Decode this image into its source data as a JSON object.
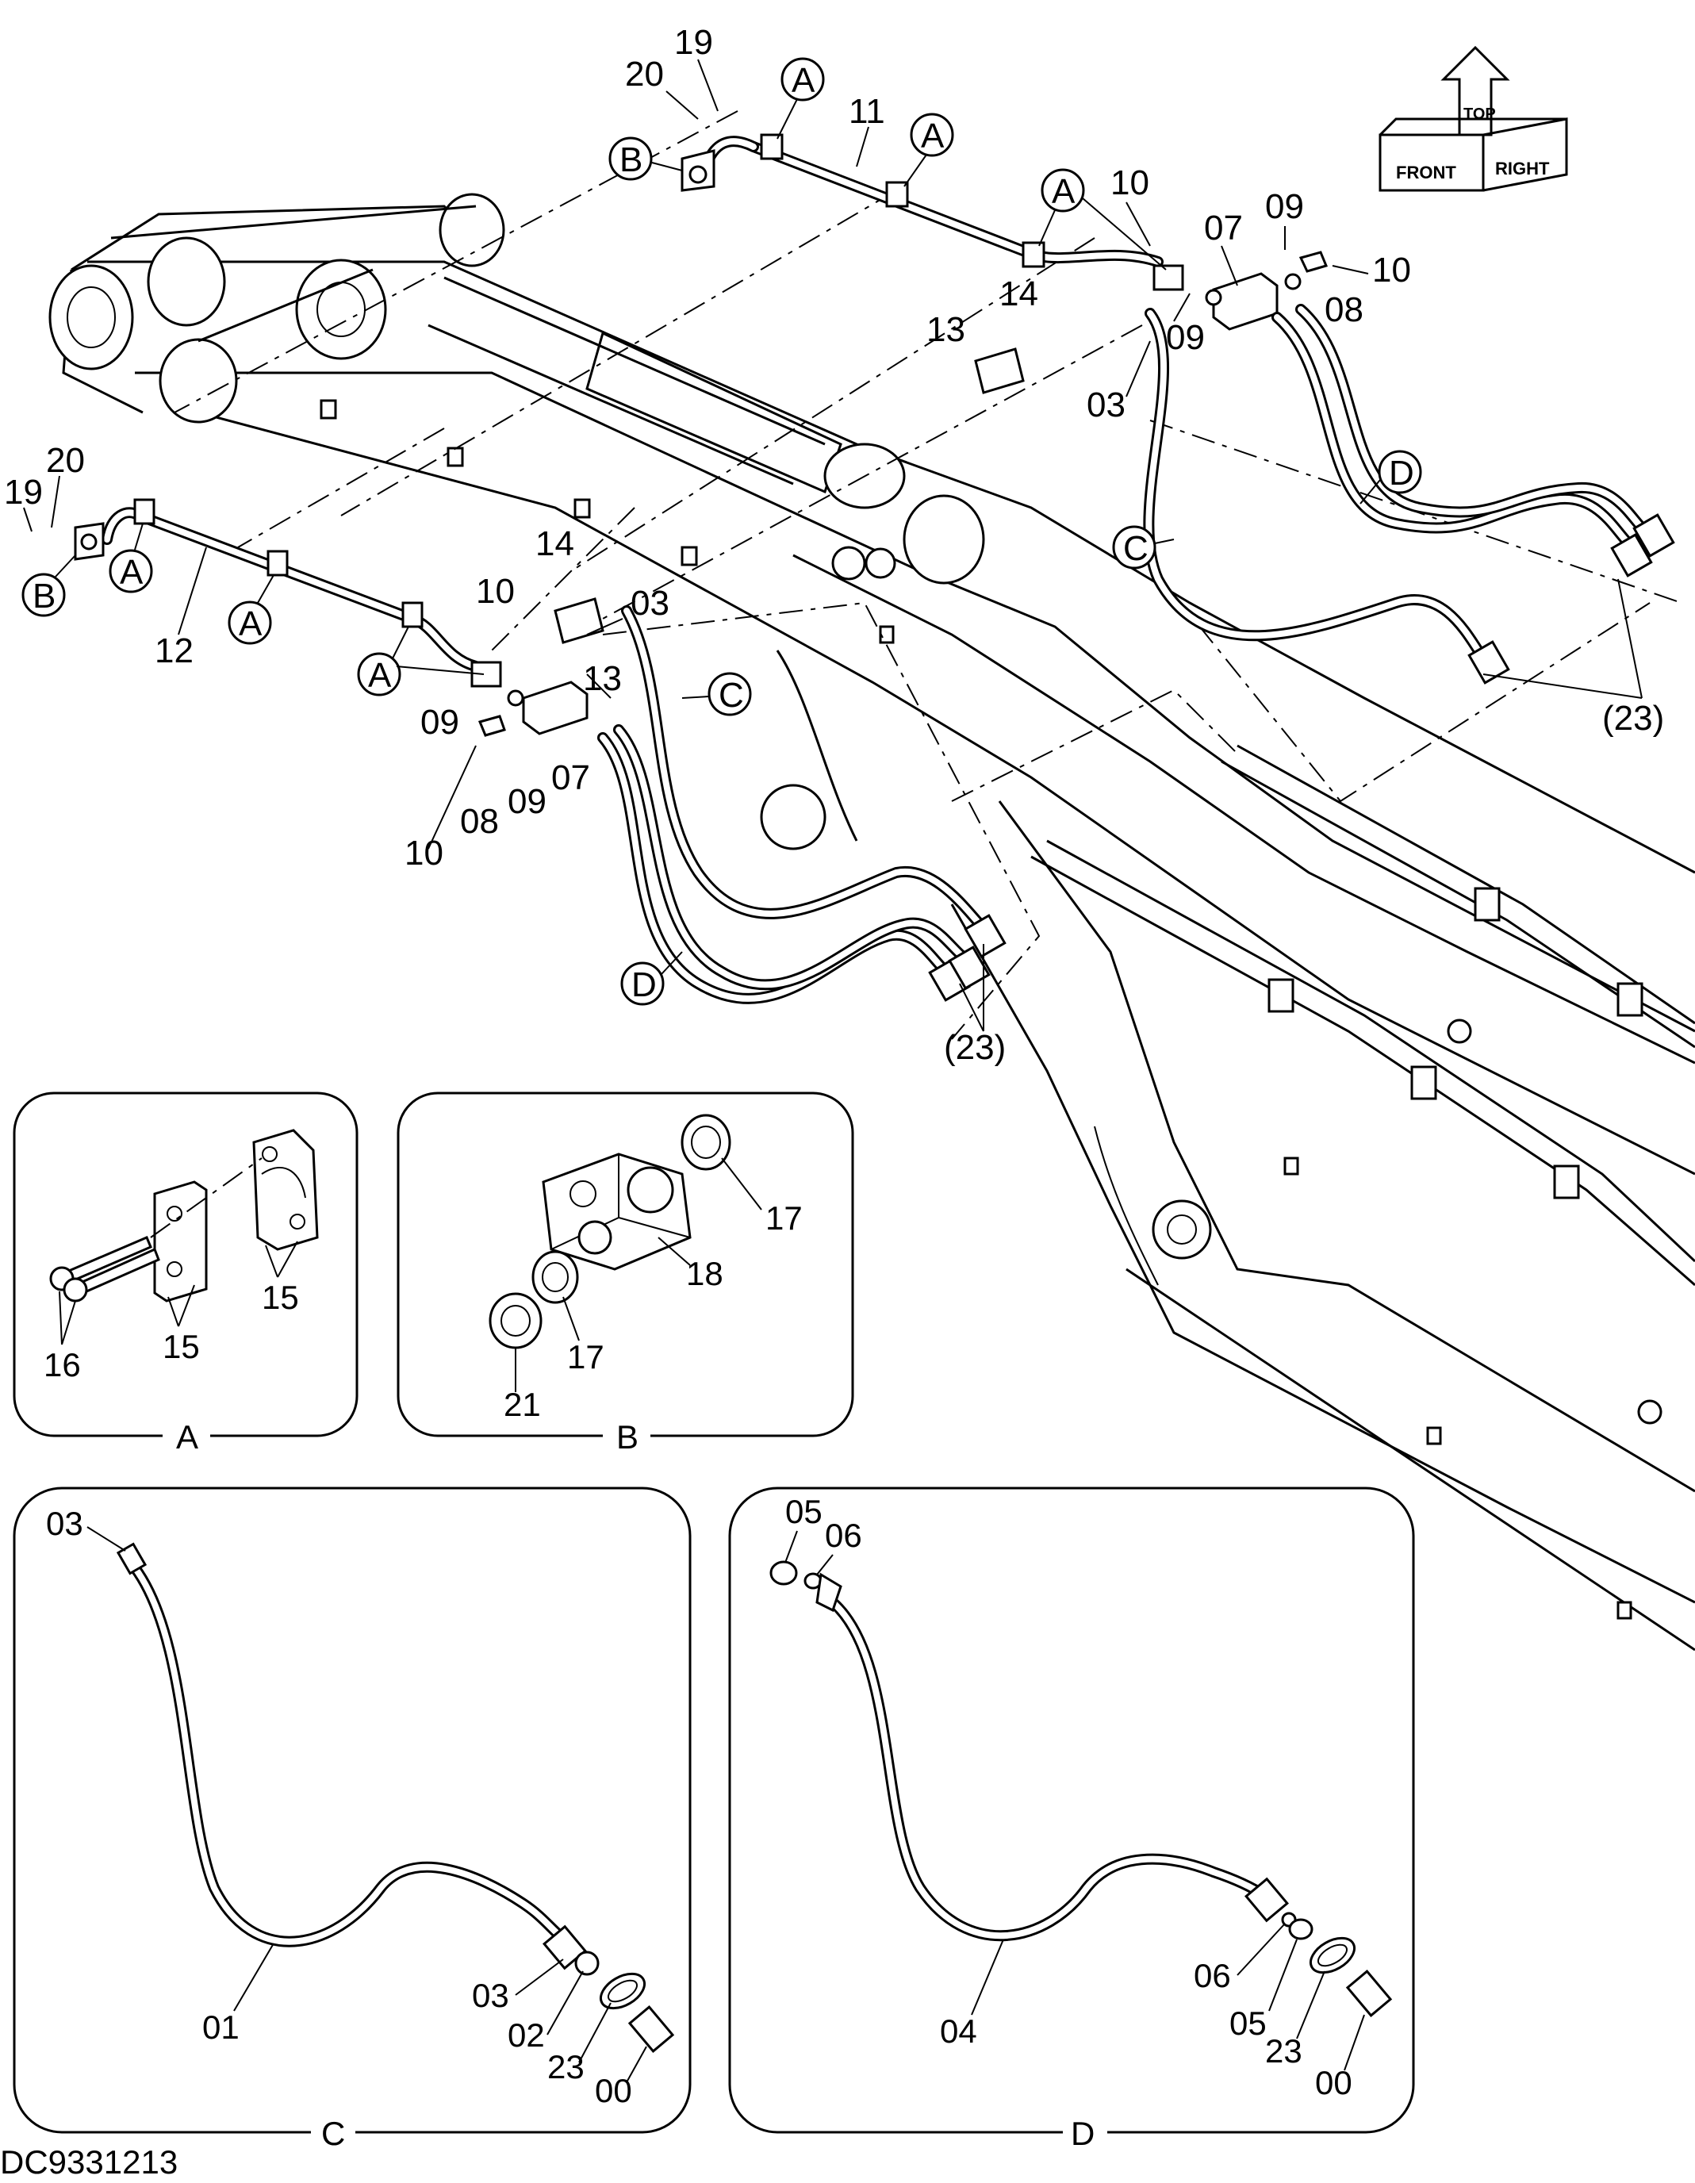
{
  "labels": {
    "p19a": "19",
    "p20a": "20",
    "p11": "11",
    "p10a": "10",
    "p07a": "07",
    "p09a": "09",
    "p10b": "10",
    "p08a": "08",
    "p09b": "09",
    "p14a": "14",
    "p13a": "13",
    "p03a": "03",
    "p20b": "20",
    "p19b": "19",
    "p12": "12",
    "p14b": "14",
    "p10c": "10",
    "p03b": "03",
    "p13b": "13",
    "p09c": "09",
    "p09d": "09",
    "p07b": "07",
    "p08b": "08",
    "p10d": "10",
    "p23a": "(23)",
    "p23b": "(23)"
  },
  "callouts": {
    "A": "A",
    "B": "B",
    "C": "C",
    "D": "D"
  },
  "orientation": {
    "front": "FRONT",
    "top": "TOP",
    "right": "RIGHT"
  },
  "panel_a": {
    "caption": "A",
    "p16": "16",
    "p15a": "15",
    "p15b": "15"
  },
  "panel_b": {
    "caption": "B",
    "p17a": "17",
    "p18": "18",
    "p17b": "17",
    "p21": "21"
  },
  "panel_c": {
    "caption": "C",
    "p03a": "03",
    "p01": "01",
    "p03b": "03",
    "p02": "02",
    "p23": "23",
    "p00": "00"
  },
  "panel_d": {
    "caption": "D",
    "p05a": "05",
    "p06a": "06",
    "p04": "04",
    "p06b": "06",
    "p05b": "05",
    "p23": "23",
    "p00": "00"
  },
  "drawing_code": "DC9331213"
}
